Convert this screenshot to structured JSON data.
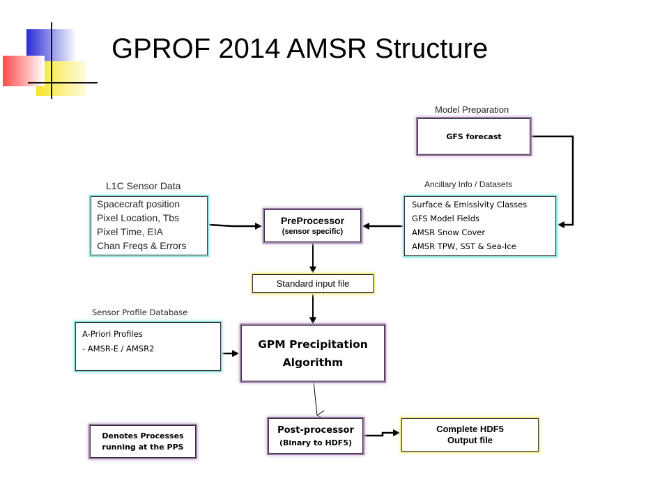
{
  "title": "GPROF 2014 AMSR Structure",
  "l1c": {
    "label": "L1C Sensor Data",
    "lines": [
      "Spacecraft position",
      "Pixel Location, Tbs",
      "Pixel Time, EIA",
      "Chan Freqs & Errors"
    ]
  },
  "model_prep": {
    "label": "Model Preparation",
    "box": "GFS forecast"
  },
  "ancillary": {
    "label": "Ancillary Info / Datasets",
    "lines": [
      "Surface & Emissivity Classes",
      "GFS Model Fields",
      "AMSR Snow Cover",
      "AMSR TPW, SST & Sea-Ice"
    ]
  },
  "preprocessor": {
    "line1": "PreProcessor",
    "line2": "(sensor specific)"
  },
  "standard_input": "Standard input file",
  "profile_db": {
    "label": "Sensor Profile Database",
    "lines": [
      "A-Priori Profiles",
      "- AMSR-E / AMSR2"
    ]
  },
  "gpm": {
    "line1": "GPM Precipitation",
    "line2": "Algorithm"
  },
  "postprocessor": {
    "line1": "Post-processor",
    "line2": "(Binary to HDF5)"
  },
  "output": {
    "line1": "Complete HDF5",
    "line2": "Output file"
  },
  "legend": {
    "line1": "Denotes Processes",
    "line2": "running at the PPS"
  }
}
